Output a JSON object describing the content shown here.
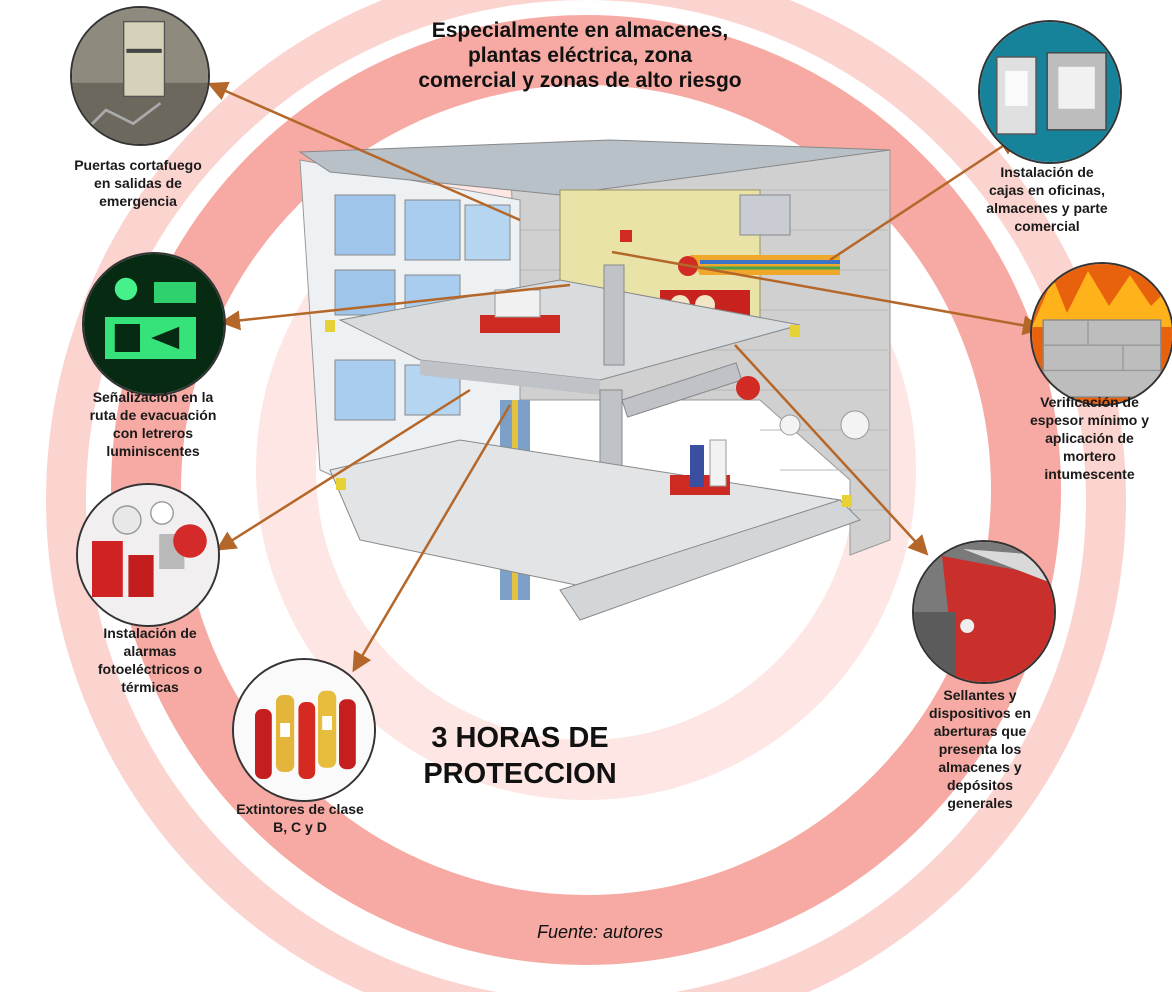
{
  "title": "Especialmente en almacenes,\nplantas eléctrica, zona\ncomercial y zonas de alto riesgo",
  "center_label": "3 HORAS DE\nPROTECCION",
  "source": "Fuente: autores",
  "colors": {
    "ring": "#f6a7a1",
    "arrow": "#b5672a",
    "wall": "#cfcfcf"
  },
  "items": [
    {
      "label": "Puertas cortafuego\nen salidas de\nemergencia",
      "icon": "fire-door-icon"
    },
    {
      "label": "Señalización en la\nruta de evacuación\ncon letreros\nluminiscentes",
      "icon": "exit-sign-icon"
    },
    {
      "label": "Instalación de\nalarmas\nfotoeléctricos o\ntérmicas",
      "icon": "fire-alarm-icon"
    },
    {
      "label": "Extintores de clase\nB, C y D",
      "icon": "extinguisher-icon"
    },
    {
      "label": "Instalación de\ncajas en oficinas,\nalmacenes y parte\ncomercial",
      "icon": "fire-box-icon"
    },
    {
      "label": "Verificación de\nespesor mínimo y\naplicación de\nmortero\nintumescente",
      "icon": "fire-wall-icon"
    },
    {
      "label": "Sellantes y\ndispositivos en\naberturas que\npresenta los\nalmacenes y\ndepósitos\ngenerales",
      "icon": "sealant-icon"
    }
  ]
}
